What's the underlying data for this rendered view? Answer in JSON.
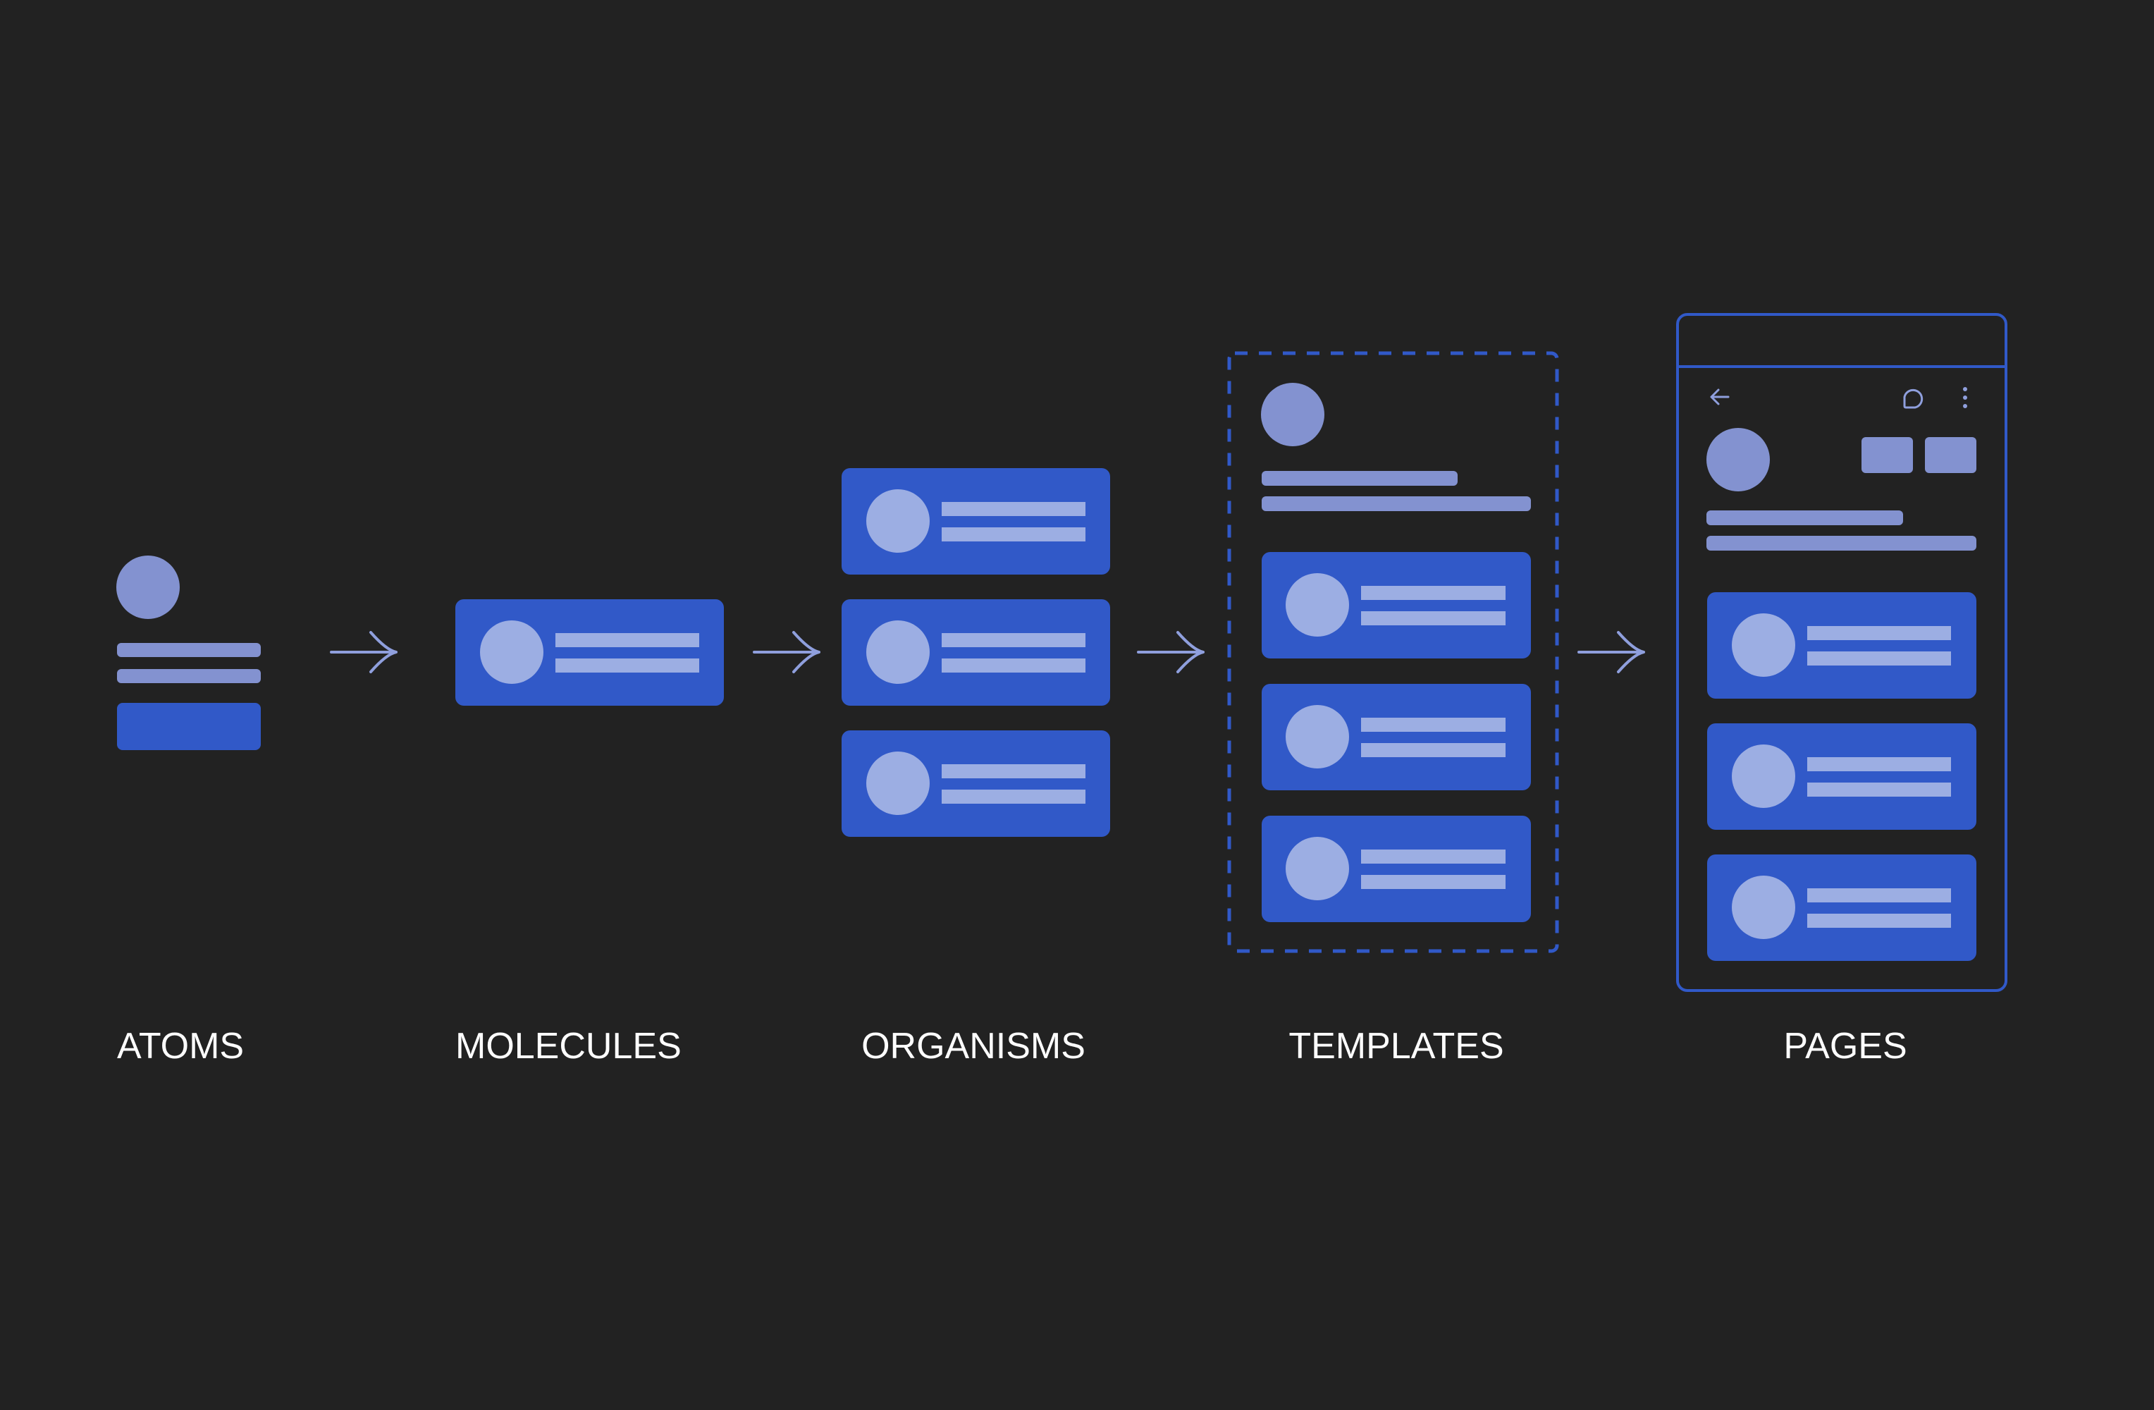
{
  "stages": [
    {
      "id": "atoms",
      "label": "ATOMS"
    },
    {
      "id": "molecules",
      "label": "MOLECULES"
    },
    {
      "id": "organisms",
      "label": "ORGANISMS"
    },
    {
      "id": "templates",
      "label": "TEMPLATES"
    },
    {
      "id": "pages",
      "label": "PAGES"
    }
  ],
  "colors": {
    "background": "#222222",
    "card": "#3159C8",
    "card_content": "#9CAEE3",
    "atom_light": "#8392D0",
    "outline": "#3159C8",
    "arrow": "#8F9FDD",
    "label": "#FFFFFF"
  },
  "icons": {
    "back": "arrow-left-icon",
    "chat": "chat-bubble-icon",
    "menu": "more-vertical-icon"
  }
}
